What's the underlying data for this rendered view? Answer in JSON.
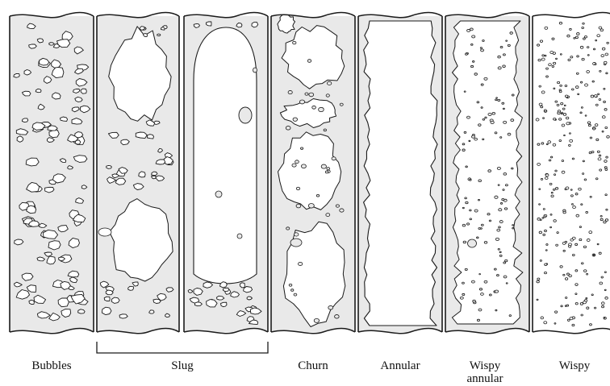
{
  "figure": {
    "regimes": [
      {
        "key": "bubbles",
        "label": "Bubbles"
      },
      {
        "key": "slug",
        "label": "Slug"
      },
      {
        "key": "churn",
        "label": "Churn"
      },
      {
        "key": "annular",
        "label": "Annular"
      },
      {
        "key": "wispy_annular",
        "label": "Wispy annular"
      },
      {
        "key": "wispy",
        "label": "Wispy"
      }
    ],
    "colors": {
      "liquid": "#e9e9e9",
      "gas": "#ffffff",
      "stroke": "#1a1a1a"
    }
  }
}
